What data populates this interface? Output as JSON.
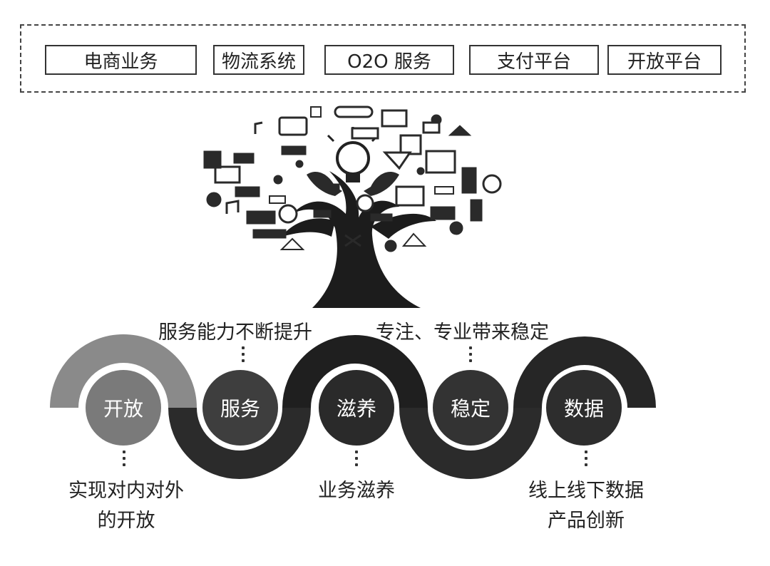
{
  "platform_boxes": [
    "电商业务",
    "物流系统",
    "O2O 服务",
    "支付平台",
    "开放平台"
  ],
  "wave_nodes": [
    "开放",
    "服务",
    "滋养",
    "稳定",
    "数据"
  ],
  "upper_labels": {
    "service": "服务能力不断提升",
    "focus": "专注、专业带来稳定"
  },
  "lower_labels": {
    "open_line1": "实现对内对外",
    "open_line2": "的开放",
    "nourish": "业务滋养",
    "data_line1": "线上线下数据",
    "data_line2": "产品创新"
  },
  "colors": {
    "open_node": "#7a7a7a",
    "dark_node": "#2d2d2d",
    "wave_light": "#8a8a8a",
    "wave_dark": "#262626"
  },
  "icons": [
    "lightbulb-icon",
    "hands-icon",
    "book-icon",
    "music-note-icon",
    "monitor-icon",
    "calculator-icon",
    "clock-icon",
    "scissors-icon"
  ]
}
